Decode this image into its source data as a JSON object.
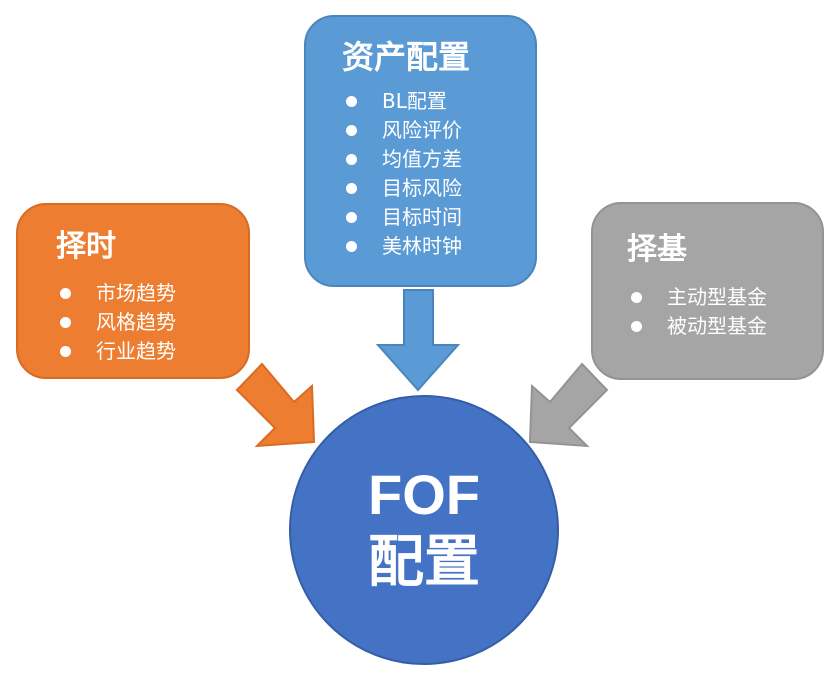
{
  "asset_allocation": {
    "title": "资产配置",
    "items": [
      "BL配置",
      "风险评价",
      "均值方差",
      "目标风险",
      "目标时间",
      "美林时钟"
    ],
    "color": "#5b9bd5"
  },
  "timing": {
    "title": "择时",
    "items": [
      "市场趋势",
      "风格趋势",
      "行业趋势"
    ],
    "color": "#ed7d31"
  },
  "fund_selection": {
    "title": "择基",
    "items": [
      "主动型基金",
      "被动型基金"
    ],
    "color": "#a5a5a5"
  },
  "center": {
    "line1": "FOF",
    "line2": "配置",
    "color": "#4472c4"
  }
}
